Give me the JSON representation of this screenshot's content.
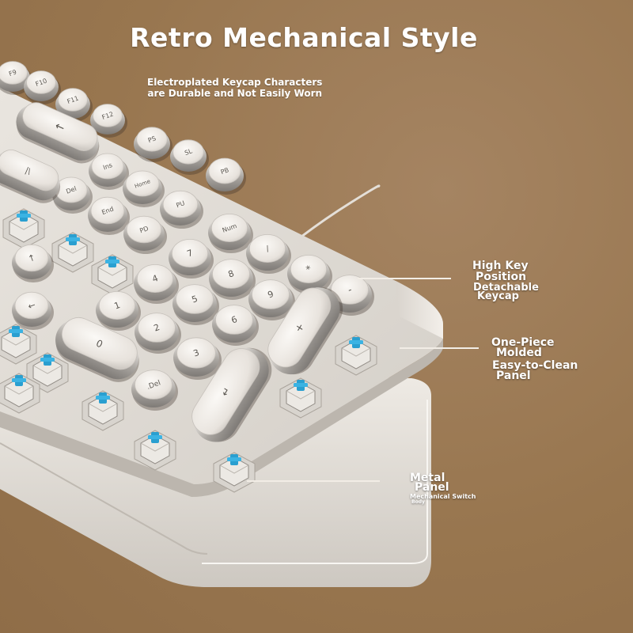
{
  "title": "Retro Mechanical Style",
  "subtitle": {
    "line1": "Electroplated Keycap Characters",
    "line2": "are Durable and Not Easily Worn"
  },
  "callouts": {
    "high_key": {
      "line1": "High Key",
      "line2": "Position",
      "line3": "Detachable",
      "line4": "Keycap"
    },
    "one_piece": {
      "line1": "One-Piece",
      "line2": "Molded",
      "line3": "Easy-to-Clean",
      "line4": "Panel"
    },
    "metal": {
      "line1": "Metal",
      "line2": "Panel",
      "line3": "Mechanical Switch",
      "line4": "Body"
    }
  },
  "keys": {
    "f9": "F9",
    "f10": "F10",
    "f11": "F11",
    "f12": "F12",
    "ps": "PS",
    "sl": "SL",
    "pb": "PB",
    "ins": "Ins",
    "home": "Home",
    "pu": "PU",
    "del": "Del",
    "end": "End",
    "pd": "PD",
    "num": "Num",
    "slash": "/",
    "star": "*",
    "minus": "-",
    "n7": "7",
    "n8": "8",
    "n9": "9",
    "n4": "4",
    "n5": "5",
    "n6": "6",
    "n1": "1",
    "n2": "2",
    "n3": "3",
    "plus": "+",
    "n0": "0",
    "dot_del": ".Del",
    "enter": "↵",
    "backspace": "←",
    "backslash": "|\\",
    "up": "↑",
    "left": "←"
  },
  "colors": {
    "background": "#9c7a58",
    "keycap": "#ece7e1",
    "keycap_rim": "#b5b1ad",
    "switch_stem": "#2a9fd0",
    "text": "#ffffff"
  }
}
